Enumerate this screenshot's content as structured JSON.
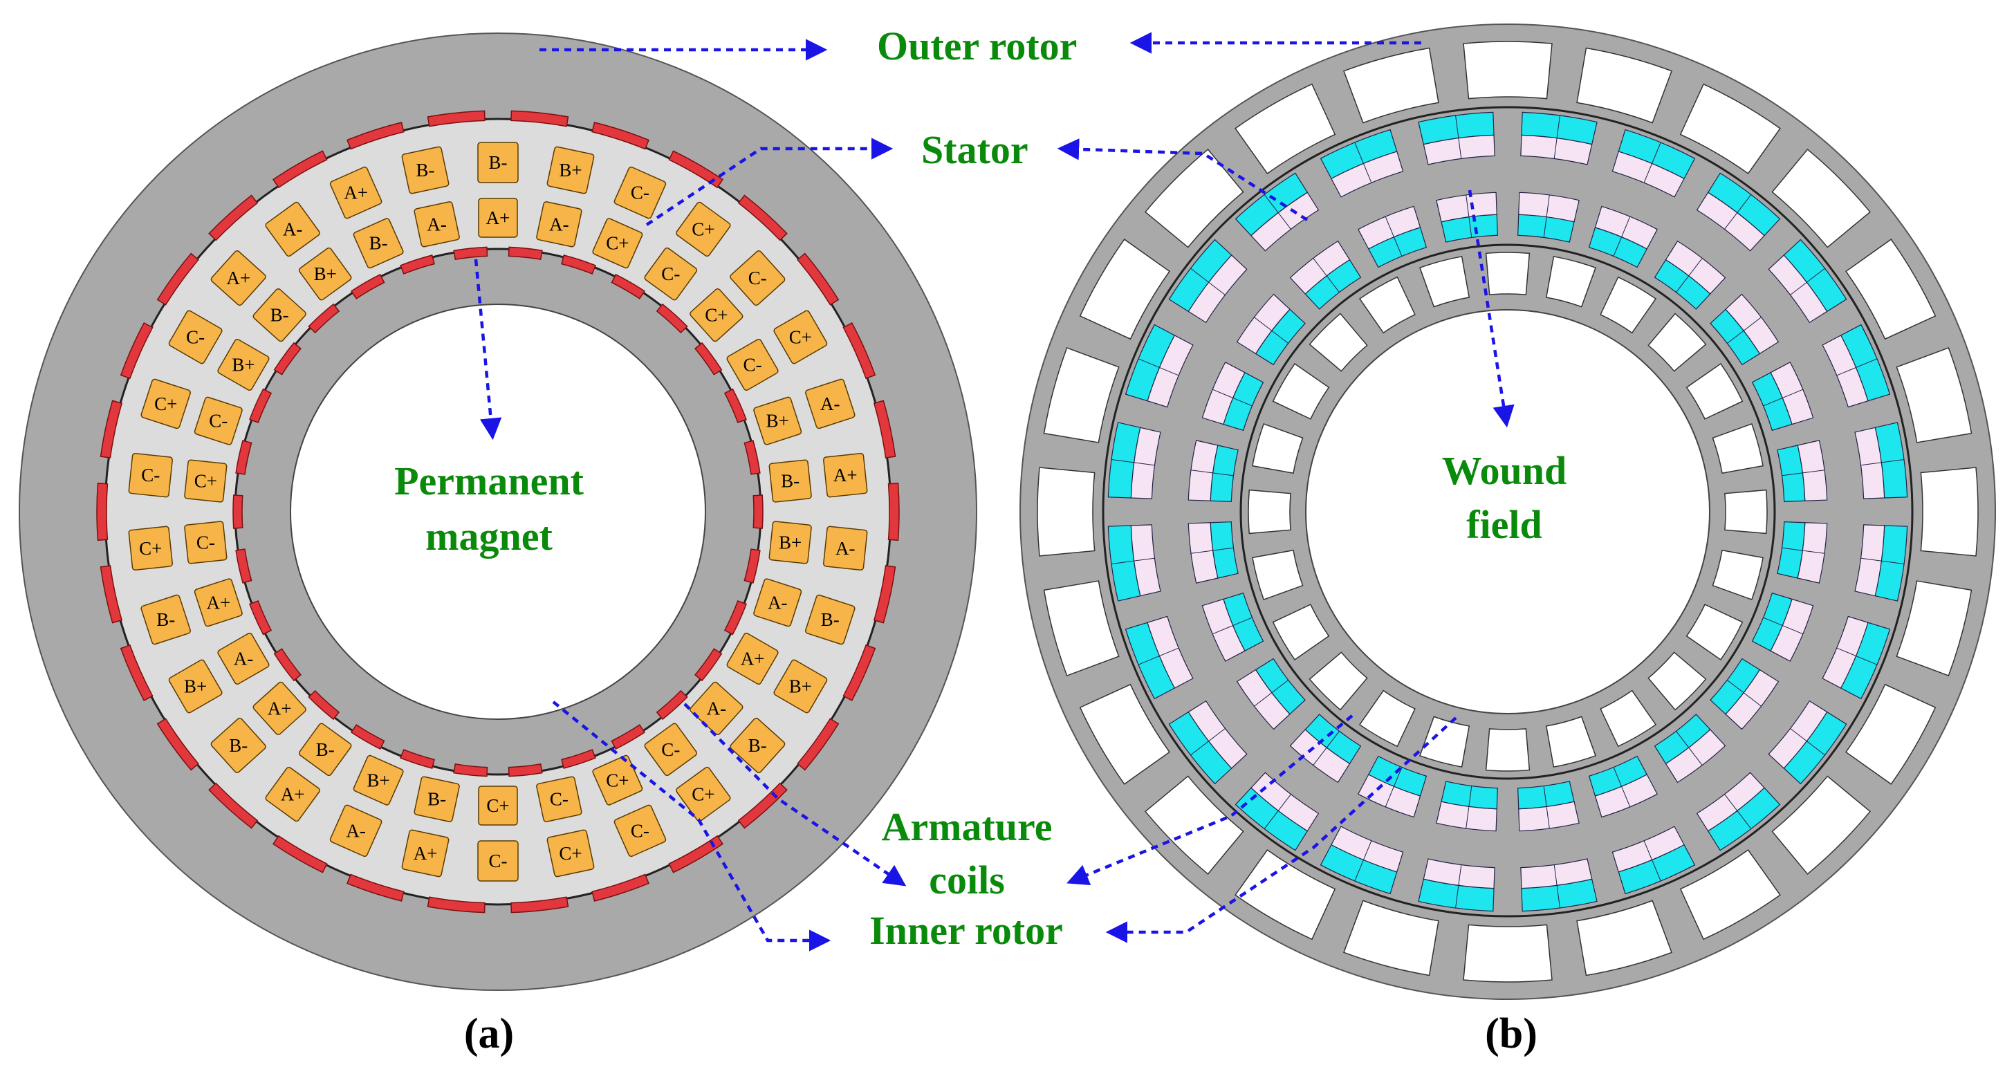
{
  "labels": {
    "outer_rotor": "Outer rotor",
    "stator": "Stator",
    "permanent_magnet_line1": "Permanent",
    "permanent_magnet_line2": "magnet",
    "wound_field_line1": "Wound",
    "wound_field_line2": "field",
    "armature_coils_line1": "Armature",
    "armature_coils_line2": "coils",
    "inner_rotor": "Inner rotor",
    "caption_a": "(a)",
    "caption_b": "(b)"
  },
  "machine_a": {
    "outer_slot_labels": [
      "B-",
      "B+",
      "C-",
      "C+",
      "C-",
      "C+",
      "A-",
      "A+",
      "A-",
      "B-",
      "B+",
      "B-",
      "C+",
      "C-",
      "C+",
      "C-",
      "A+",
      "A-",
      "A+",
      "B-",
      "B+",
      "B-",
      "C+",
      "C-",
      "C+",
      "C-",
      "A+",
      "A-",
      "A+",
      "B-"
    ],
    "inner_slot_labels": [
      "A+",
      "A-",
      "C+",
      "C-",
      "C+",
      "C-",
      "B+",
      "B-",
      "B+",
      "A-",
      "A+",
      "A-",
      "C-",
      "C+",
      "C-",
      "C+",
      "B-",
      "B+",
      "B-",
      "A+",
      "A-",
      "A+",
      "C-",
      "C+",
      "C-",
      "B+",
      "B-",
      "B+",
      "B-",
      "A-"
    ]
  },
  "colors": {
    "rotor_dark": "#a9a9a9",
    "stator_light": "#dcdcdc",
    "coil_orange": "#f7b448",
    "magnet_red": "#e2373d",
    "coil_cyan": "#1ee6ee",
    "coil_pink": "#f6e4f4",
    "arrow_blue": "#1a14e6",
    "label_green": "#0a8a0a"
  }
}
